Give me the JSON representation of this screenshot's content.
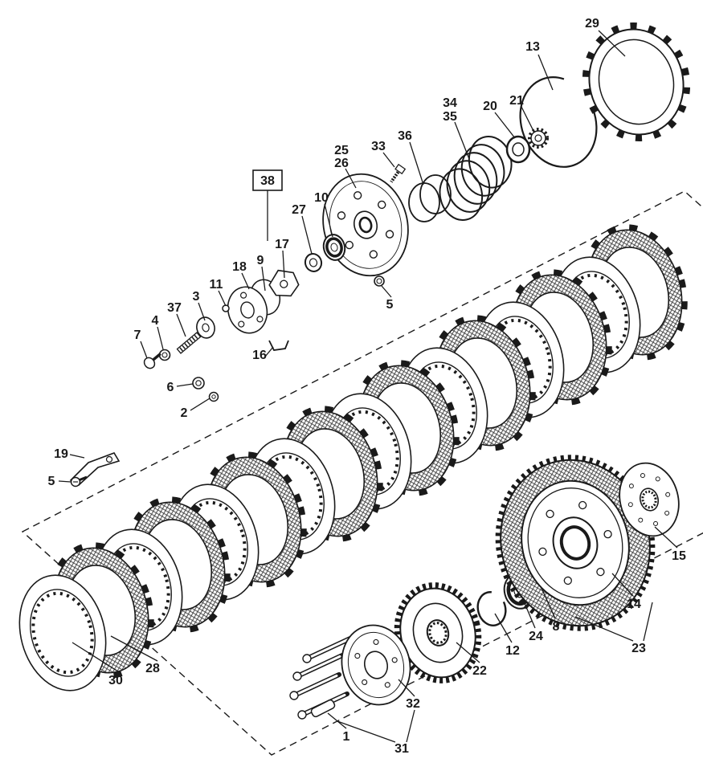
{
  "page": {
    "background": "#ffffff",
    "ink": "#1a1a1a"
  },
  "labels": {
    "l1": {
      "text": "1"
    },
    "l2": {
      "text": "2"
    },
    "l3": {
      "text": "3"
    },
    "l4": {
      "text": "4"
    },
    "l5a": {
      "text": "5"
    },
    "l5b": {
      "text": "5"
    },
    "l6": {
      "text": "6"
    },
    "l7": {
      "text": "7"
    },
    "l8": {
      "text": "8"
    },
    "l9": {
      "text": "9"
    },
    "l10": {
      "text": "10"
    },
    "l11": {
      "text": "11"
    },
    "l12": {
      "text": "12"
    },
    "l13": {
      "text": "13"
    },
    "l14": {
      "text": "14"
    },
    "l15": {
      "text": "15"
    },
    "l16": {
      "text": "16"
    },
    "l17": {
      "text": "17"
    },
    "l18": {
      "text": "18"
    },
    "l19": {
      "text": "19"
    },
    "l20": {
      "text": "20"
    },
    "l21": {
      "text": "21"
    },
    "l22": {
      "text": "22"
    },
    "l23": {
      "text": "23"
    },
    "l24": {
      "text": "24"
    },
    "l25": {
      "text": "25"
    },
    "l26": {
      "text": "26"
    },
    "l27": {
      "text": "27"
    },
    "l28": {
      "text": "28"
    },
    "l29": {
      "text": "29"
    },
    "l30": {
      "text": "30"
    },
    "l31": {
      "text": "31"
    },
    "l32": {
      "text": "32"
    },
    "l33": {
      "text": "33"
    },
    "l34": {
      "text": "34"
    },
    "l35": {
      "text": "35"
    },
    "l36": {
      "text": "36"
    },
    "l37": {
      "text": "37"
    },
    "l38": {
      "text": "38"
    }
  }
}
